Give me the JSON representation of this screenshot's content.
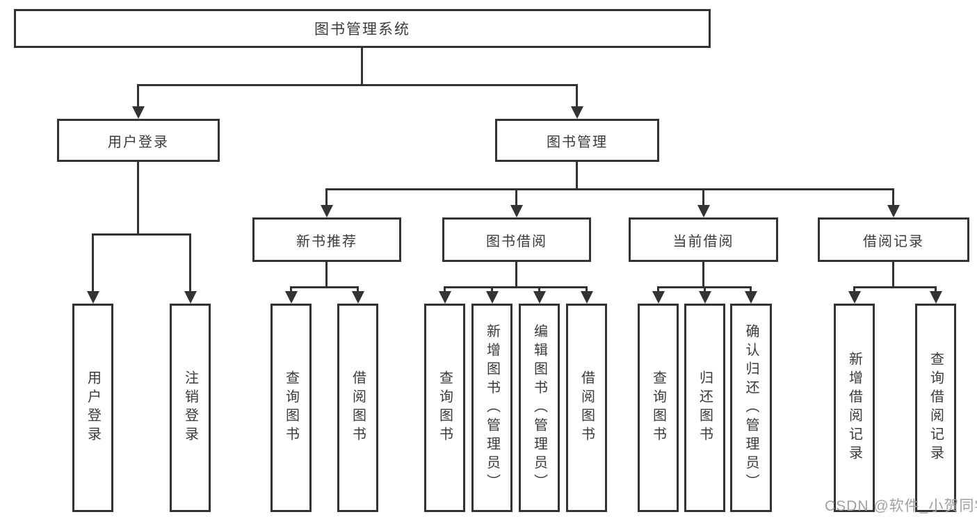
{
  "tree": {
    "root": {
      "label": "图书管理系统"
    },
    "login": {
      "label": "用户登录",
      "children": [
        {
          "label": "用户登录"
        },
        {
          "label": "注销登录"
        }
      ]
    },
    "mgmt": {
      "label": "图书管理",
      "groups": [
        {
          "label": "新书推荐",
          "children": [
            {
              "label": "查询图书"
            },
            {
              "label": "借阅图书"
            }
          ]
        },
        {
          "label": "图书借阅",
          "children": [
            {
              "label": "查询图书"
            },
            {
              "label": "新增图书（管理员）"
            },
            {
              "label": "编辑图书（管理员）"
            },
            {
              "label": "借阅图书"
            }
          ]
        },
        {
          "label": "当前借阅",
          "children": [
            {
              "label": "查询图书"
            },
            {
              "label": "归还图书"
            },
            {
              "label": "确认归还（管理员）"
            }
          ]
        },
        {
          "label": "借阅记录",
          "children": [
            {
              "label": "新增借阅记录"
            },
            {
              "label": "查询借阅记录"
            }
          ]
        }
      ]
    }
  },
  "watermark": {
    "text": "CSDN @软件_小贺同学"
  },
  "colors": {
    "line": "#333333",
    "text": "#3a3a3a",
    "watermark": "#a0a0a0",
    "background": "#ffffff"
  }
}
